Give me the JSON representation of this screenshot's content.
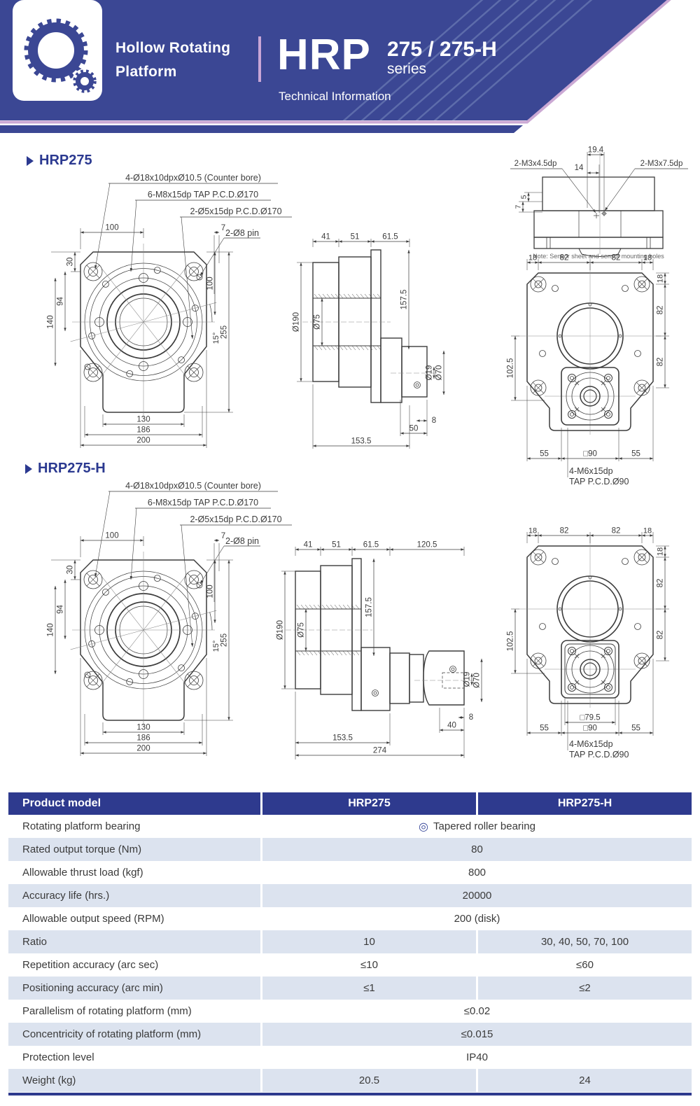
{
  "header": {
    "brand_line1": "Hollow Rotating",
    "brand_line2": "Platform",
    "product_code": "HRP",
    "product_variants": "275 / 275-H",
    "series_label": "series",
    "subtitle": "Technical Information",
    "colors": {
      "navy": "#3b4794",
      "accent_purple": "#cba9d4",
      "table_header": "#2e3a8e",
      "heading_blue": "#2b3990",
      "row_shade": "#dce3ef"
    }
  },
  "drawings": {
    "hrp275": {
      "title": "HRP275",
      "front": {
        "leaders": [
          "4-Ø18x10dpxØ10.5 (Counter bore)",
          "6-M8x15dp TAP P.C.D.Ø170",
          "2-Ø5x15dp P.C.D.Ø170",
          "2-Ø8 pin"
        ],
        "top_dims": [
          "100",
          "7"
        ],
        "left_dims": [
          "30",
          "94",
          "140"
        ],
        "right_dims": [
          "100",
          "15°",
          "255"
        ],
        "bottom_dims": [
          "130",
          "186",
          "200"
        ]
      },
      "side": {
        "top_dims": [
          "41",
          "51",
          "61.5"
        ],
        "left_dims": [
          "Ø190",
          "Ø75"
        ],
        "mid_dims": [
          "157.5"
        ],
        "right_dims": [
          "Ø19",
          "Ø70"
        ],
        "bottom_dims": [
          "8",
          "50",
          "153.5"
        ]
      },
      "sensor": {
        "dims": [
          "19.4",
          "14",
          "5",
          "7"
        ],
        "leaders": [
          "2-M3x4.5dp",
          "2-M3x7.5dp"
        ],
        "note": "Note: Sensor sheet and sensor mounting holes"
      },
      "rear": {
        "top_dims": [
          "18",
          "82",
          "82",
          "18"
        ],
        "right_dims": [
          "18",
          "82",
          "82"
        ],
        "left_dims": [
          "102.5"
        ],
        "bottom_dims": [
          "55",
          "□90",
          "55"
        ],
        "annotation": [
          "4-M6x15dp",
          "TAP P.C.D.Ø90"
        ]
      }
    },
    "hrp275h": {
      "title": "HRP275-H",
      "front": {
        "leaders": [
          "4-Ø18x10dpxØ10.5 (Counter bore)",
          "6-M8x15dp TAP P.C.D.Ø170",
          "2-Ø5x15dp P.C.D.Ø170",
          "2-Ø8 pin"
        ],
        "top_dims": [
          "100",
          "7"
        ],
        "left_dims": [
          "30",
          "94",
          "140"
        ],
        "right_dims": [
          "100",
          "15°",
          "255"
        ],
        "bottom_dims": [
          "130",
          "186",
          "200"
        ]
      },
      "side": {
        "top_dims": [
          "41",
          "51",
          "61.5",
          "120.5"
        ],
        "left_dims": [
          "Ø190",
          "Ø75"
        ],
        "mid_dims": [
          "157.5"
        ],
        "right_dims": [
          "Ø19",
          "Ø70"
        ],
        "bottom_dims": [
          "8",
          "40",
          "153.5",
          "274"
        ]
      },
      "rear": {
        "top_dims": [
          "18",
          "82",
          "82",
          "18"
        ],
        "right_dims": [
          "18",
          "82",
          "82"
        ],
        "left_dims": [
          "102.5"
        ],
        "bottom_dims": [
          "□79.5",
          "55",
          "□90",
          "55"
        ],
        "annotation": [
          "4-M6x15dp",
          "TAP P.C.D.Ø90"
        ]
      }
    }
  },
  "table": {
    "headers": [
      "Product model",
      "HRP275",
      "HRP275-H"
    ],
    "rows": [
      {
        "label": "Rotating platform bearing",
        "icon": "◎",
        "values": [
          "Tapered roller bearing"
        ],
        "span": true
      },
      {
        "label": "Rated output torque (Nm)",
        "values": [
          "80"
        ],
        "span": true
      },
      {
        "label": "Allowable thrust load (kgf)",
        "values": [
          "800"
        ],
        "span": true
      },
      {
        "label": "Accuracy life (hrs.)",
        "values": [
          "20000"
        ],
        "span": true
      },
      {
        "label": "Allowable output speed (RPM)",
        "values": [
          "200 (disk)"
        ],
        "span": true
      },
      {
        "label": "Ratio",
        "values": [
          "10",
          "30, 40, 50, 70, 100"
        ]
      },
      {
        "label": "Repetition accuracy (arc sec)",
        "values": [
          "≤10",
          "≤60"
        ]
      },
      {
        "label": "Positioning accuracy (arc min)",
        "values": [
          "≤1",
          "≤2"
        ]
      },
      {
        "label": "Parallelism of rotating platform (mm)",
        "values": [
          "≤0.02"
        ],
        "span": true
      },
      {
        "label": "Concentricity of rotating platform (mm)",
        "values": [
          "≤0.015"
        ],
        "span": true
      },
      {
        "label": "Protection level",
        "values": [
          "IP40"
        ],
        "span": true
      },
      {
        "label": "Weight (kg)",
        "values": [
          "20.5",
          "24"
        ]
      }
    ]
  }
}
